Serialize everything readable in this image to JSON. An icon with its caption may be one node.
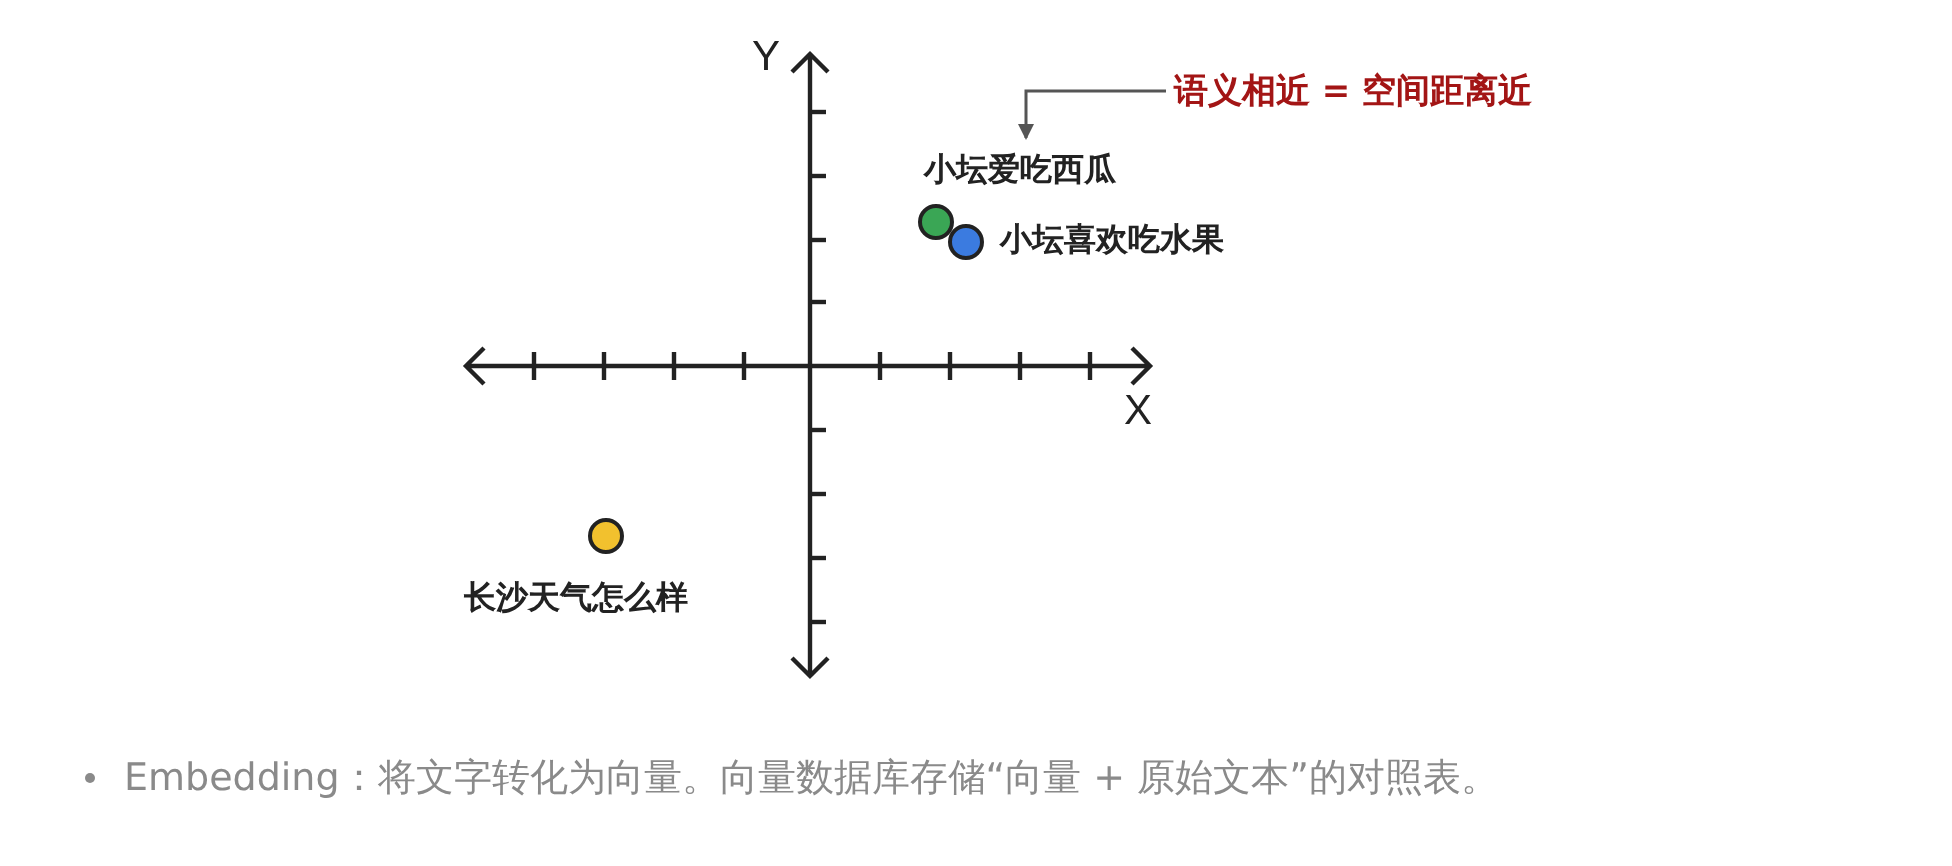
{
  "diagram": {
    "caption": "Embedding：将文字转化为向量。向量数据库存储“向量 + 原始文本”的对照表。",
    "nodes": [
      {
        "text": [
          "语义相近 = 空间距离近"
        ]
      },
      {
        "text": [],
        "shape": "circle",
        "beside": [
          "小坛爱吃西瓜"
        ]
      },
      {
        "text": [],
        "shape": "circle",
        "beside": [
          "小坛喜欢吃水果"
        ]
      },
      {
        "text": [],
        "shape": "circle",
        "beside": [
          "长沙天气怎么样"
        ]
      }
    ],
    "edges": [
      {
        "from": 0,
        "to": 1,
        "arrow": "to"
      }
    ],
    "labels": [
      "Y",
      "X"
    ]
  }
}
